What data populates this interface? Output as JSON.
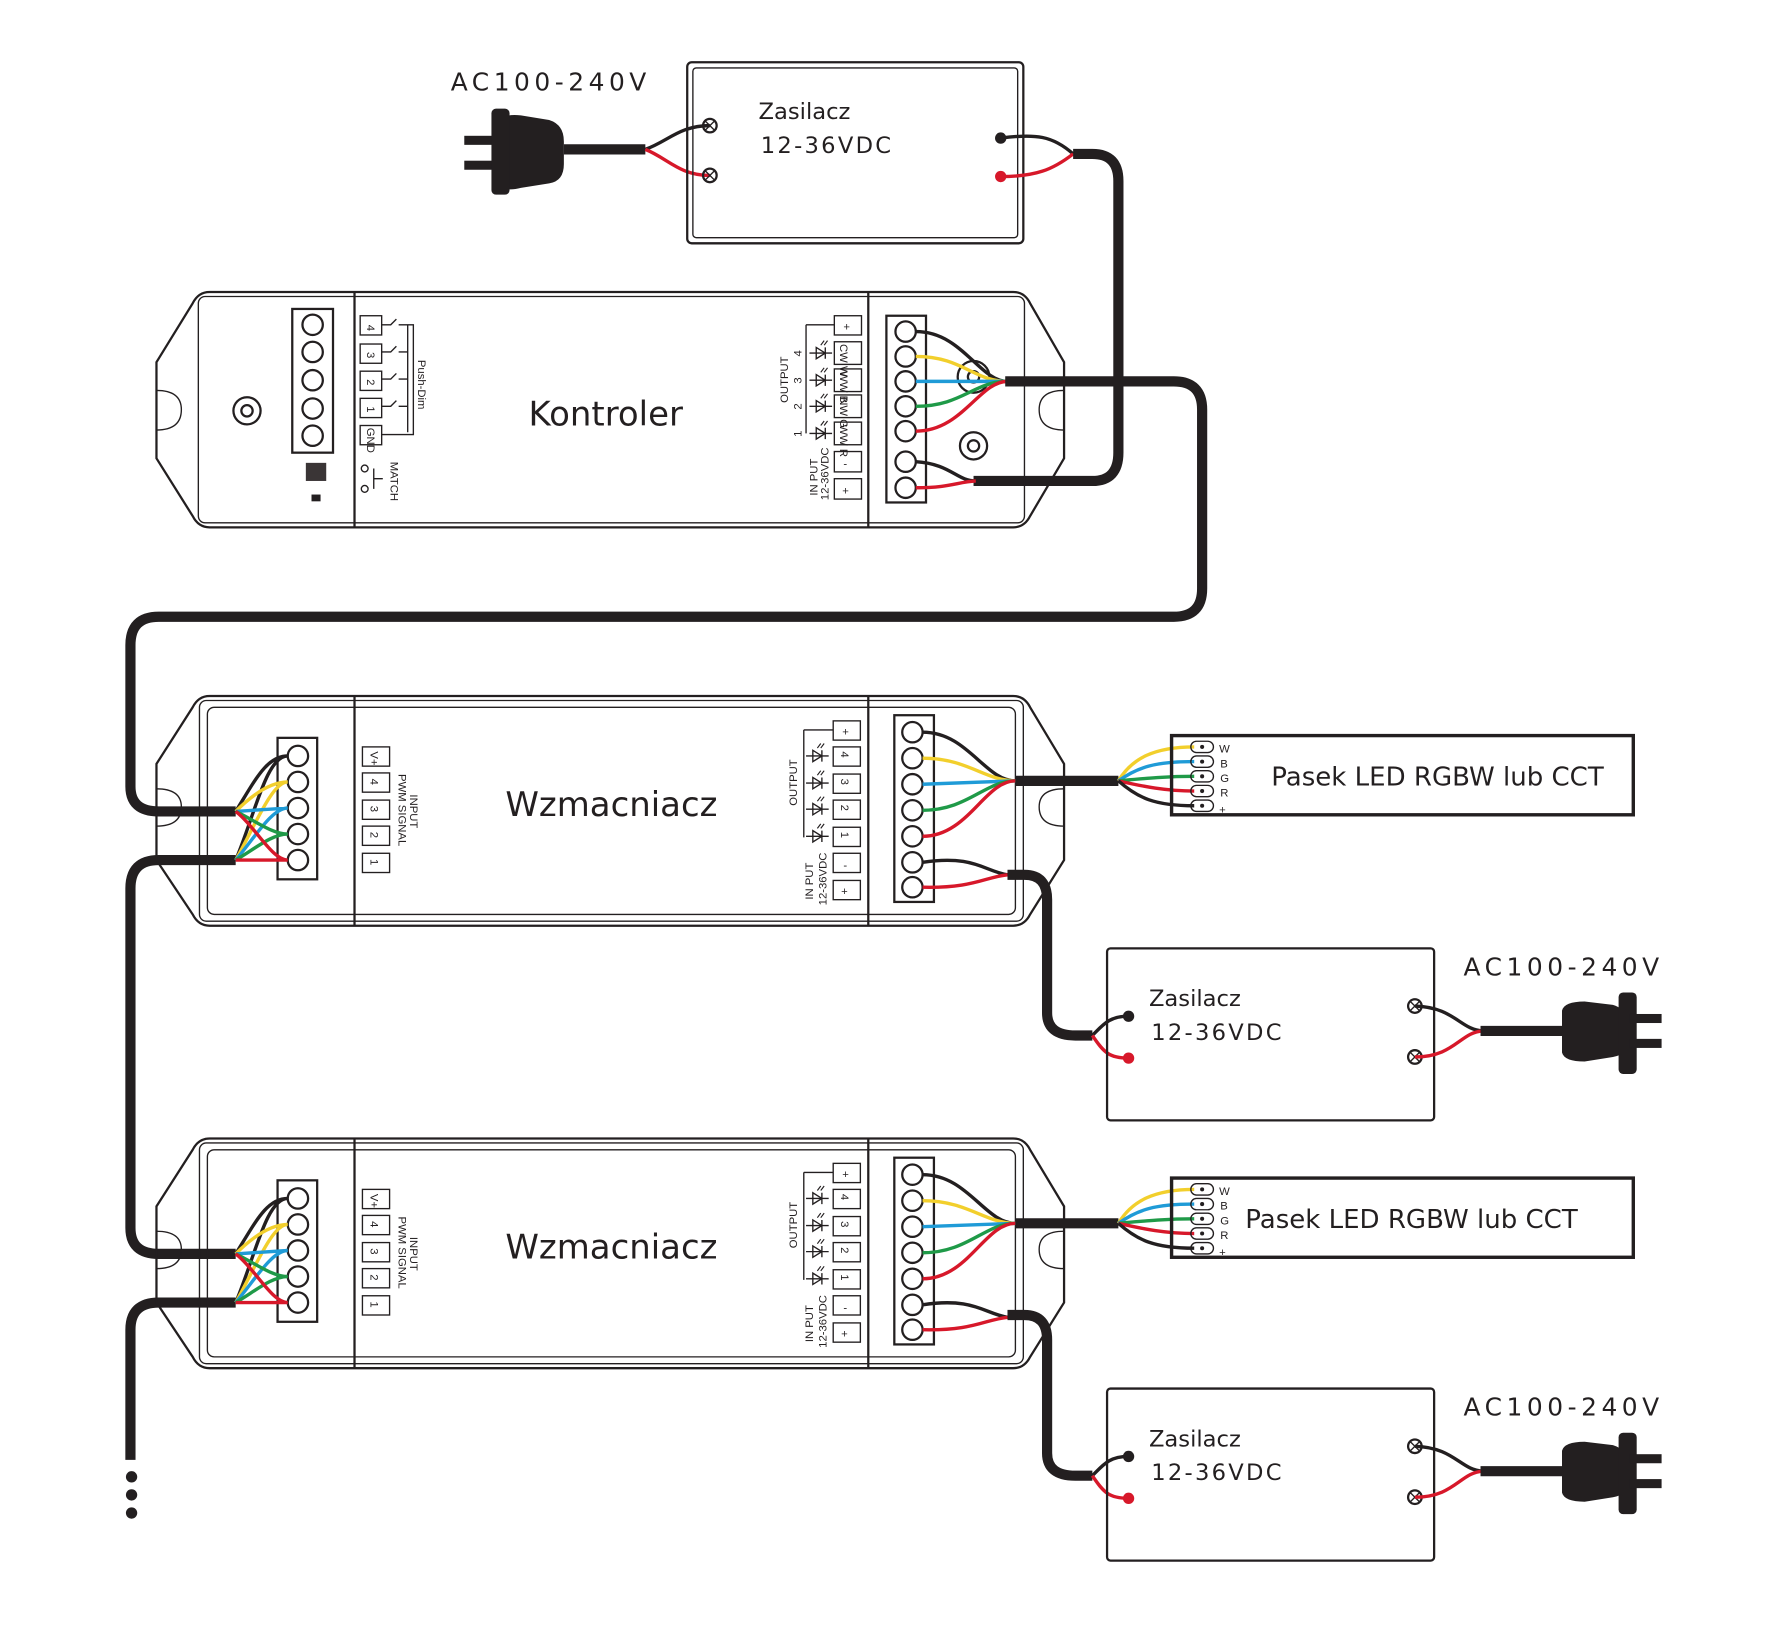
{
  "colors": {
    "wire_black": "#231f20",
    "wire_red": "#d7182a",
    "wire_yellow": "#f2cf2c",
    "wire_blue": "#1f9bd7",
    "wire_green": "#1f9a48"
  },
  "power_supply_main": {
    "ac_label": "AC100-240V",
    "title": "Zasilacz",
    "voltage": "12-36VDC"
  },
  "controller": {
    "title": "Kontroler",
    "input_terminals": [
      "4",
      "3",
      "2",
      "1",
      "GND"
    ],
    "push_dim_label": "Push-Dim",
    "match_label": "MATCH",
    "output_label": "OUTPUT",
    "channel_numbers": [
      "4",
      "3",
      "2",
      "1"
    ],
    "output_terminals": [
      "+",
      "CW W",
      "WW B",
      "NW G",
      "WW R"
    ],
    "input_label": "IN PUT",
    "input_voltage": "12-36VDC",
    "power_terminals": [
      "-",
      "+"
    ]
  },
  "amplifiers": [
    {
      "title": "Wzmacniacz",
      "strip_label": "Pasek LED RGBW lub CCT",
      "psu_title": "Zasilacz",
      "psu_voltage": "12-36VDC",
      "ac_label": "AC100-240V"
    },
    {
      "title": "Wzmacniacz",
      "strip_label": "Pasek LED RGBW lub CCT",
      "psu_title": "Zasilacz",
      "psu_voltage": "12-36VDC",
      "ac_label": "AC100-240V"
    }
  ],
  "amplifier_labels": {
    "input_terminals": [
      "V+",
      "4",
      "3",
      "2",
      "1"
    ],
    "input_label": "INPUT",
    "pwm_label": "PWM SIGNAL",
    "output_label": "OUTPUT",
    "output_terminals": [
      "+",
      "4",
      "3",
      "2",
      "1",
      "-",
      "+"
    ],
    "power_input_label": "IN PUT",
    "power_input_voltage": "12-36VDC"
  },
  "strip_pins": [
    "W",
    "B",
    "G",
    "R",
    "+"
  ],
  "continuation": "..."
}
